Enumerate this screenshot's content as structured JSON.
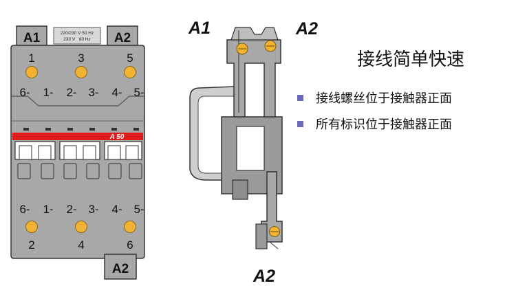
{
  "contactor": {
    "coil_top_left": "A1",
    "coil_top_right": "A2",
    "coil_bottom": "A2",
    "rating_line1": "220/230 V 50 Hz",
    "rating_line2": "230 V   60 Hz",
    "model": "A 50",
    "top_numbers": [
      "1",
      "3",
      "5"
    ],
    "terminal_labels_top": [
      "6-",
      "1-",
      "2-",
      "3-",
      "4-",
      "5-"
    ],
    "terminal_labels_bottom": [
      "6-",
      "1-",
      "2-",
      "3-",
      "4-",
      "5-"
    ],
    "bottom_numbers": [
      "2",
      "4",
      "6"
    ],
    "accent_color": "#e01b1b",
    "terminal_color": "#f2b233",
    "body_color": "#a8a8a8"
  },
  "coil": {
    "label_a1": "A1",
    "label_a2_top": "A2",
    "label_a2_bottom": "A2"
  },
  "info": {
    "heading": "接线简单快速",
    "bullets": [
      "接线螺丝位于接触器正面",
      "所有标识位于接触器正面"
    ],
    "bullet_color": "#6a6ab8"
  }
}
